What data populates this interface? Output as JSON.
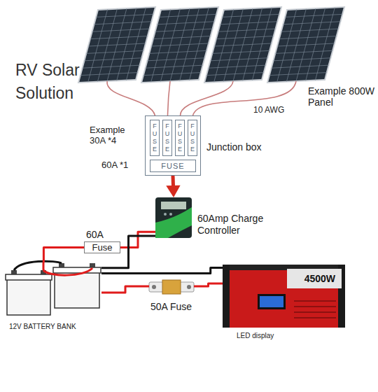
{
  "diagram": {
    "title": "RV Solar Solution",
    "nodes": [
      {
        "text": [
          "Junction box"
        ]
      },
      {
        "text": [
          "FUSE"
        ],
        "in": 0
      },
      {
        "text": [
          "FUSE"
        ],
        "in": 0
      },
      {
        "text": [
          "FUSE"
        ],
        "in": 0
      },
      {
        "text": [
          "FUSE"
        ],
        "in": 0
      },
      {
        "text": [
          "FUSE"
        ],
        "in": 0
      },
      {
        "text": [
          "60Amp Charge Controller"
        ]
      },
      {
        "text": [
          "60A",
          "Fuse"
        ]
      },
      {
        "text": [
          "12V BATTERY BANK"
        ]
      },
      {
        "text": [
          "50A Fuse"
        ]
      },
      {
        "text": [
          "4500W"
        ]
      }
    ],
    "edges": [
      {
        "from": 0,
        "to": 6,
        "arrow": "to"
      },
      {
        "from": 6,
        "to": 7,
        "arrow": "none"
      },
      {
        "from": 7,
        "to": 8,
        "arrow": "none"
      },
      {
        "from": 6,
        "to": 8,
        "arrow": "none"
      },
      {
        "from": 8,
        "to": 9,
        "arrow": "none"
      },
      {
        "from": 9,
        "to": 10,
        "arrow": "none"
      },
      {
        "from": 8,
        "to": 10,
        "arrow": "none"
      }
    ],
    "labels": [
      "Example 800W Panel",
      "10 AWG",
      "Example 30A *4",
      "60A *1",
      "LED display"
    ]
  }
}
